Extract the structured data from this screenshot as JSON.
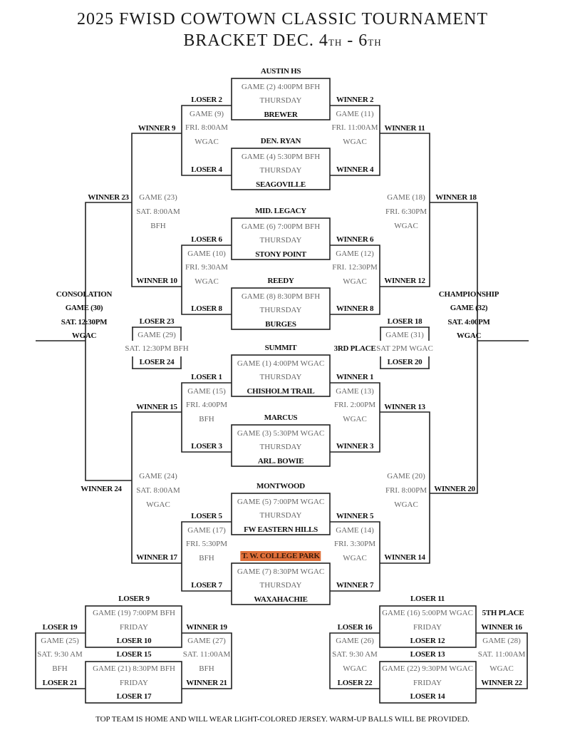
{
  "title": {
    "line1": "2025 FWISD COWTOWN CLASSIC TOURNAMENT",
    "line2_a": "BRACKET DEC. 4",
    "sup1": "TH",
    "line2_b": " - 6",
    "sup2": "TH"
  },
  "first_round": [
    {
      "top": "AUSTIN HS",
      "info": "GAME (2) 4:00PM  BFH",
      "day": "THURSDAY",
      "bottom": "BREWER"
    },
    {
      "top": "DEN. RYAN",
      "info": "GAME (4) 5:30PM BFH",
      "day": "THURSDAY",
      "bottom": "SEAGOVILLE"
    },
    {
      "top": "MID. LEGACY",
      "info": "GAME (6) 7:00PM BFH",
      "day": "THURSDAY",
      "bottom": "STONY POINT"
    },
    {
      "top": "REEDY",
      "info": "GAME (8) 8:30PM BFH",
      "day": "THURSDAY",
      "bottom": "BURGES"
    },
    {
      "top": "SUMMIT",
      "info": "GAME (1) 4:00PM WGAC",
      "day": "THURSDAY",
      "bottom": "CHISHOLM TRAIL"
    },
    {
      "top": "MARCUS",
      "info": "GAME (3) 5:30PM WGAC",
      "day": "THURSDAY",
      "bottom": "ARL. BOWIE"
    },
    {
      "top": "MONTWOOD",
      "info": "GAME (5) 7:00PM WGAC",
      "day": "THURSDAY",
      "bottom": "FW EASTERN HILLS"
    },
    {
      "top": "T. W. COLLEGE PARK",
      "info": "GAME (7) 8:30PM WGAC",
      "day": "THURSDAY",
      "bottom": "WAXAHACHIE"
    }
  ],
  "highlight_color": "#e0703a",
  "second_round_left": [
    {
      "top": "LOSER 2",
      "game": "GAME (9)",
      "time": "FRI. 8:00AM",
      "site": "WGAC",
      "bottom": "LOSER 4"
    },
    {
      "top": "LOSER 6",
      "game": "GAME (10)",
      "time": "FRI. 9:30AM",
      "site": "WGAC",
      "bottom": "LOSER 8"
    },
    {
      "top": "LOSER 1",
      "game": "GAME (15)",
      "time": "FRI. 4:00PM",
      "site": "BFH",
      "bottom": "LOSER 3"
    },
    {
      "top": "LOSER 5",
      "game": "GAME (17)",
      "time": "FRI. 5:30PM",
      "site": "BFH",
      "bottom": "LOSER 7"
    }
  ],
  "second_round_right": [
    {
      "top": "WINNER 2",
      "game": "GAME (11)",
      "time": "FRI. 11:00AM",
      "site": "WGAC",
      "bottom": "WINNER 4"
    },
    {
      "top": "WINNER 6",
      "game": "GAME (12)",
      "time": "FRI. 12:30PM",
      "site": "WGAC",
      "bottom": "WINNER 8"
    },
    {
      "top": "WINNER 1",
      "game": "GAME (13)",
      "time": "FRI. 2:00PM",
      "site": "WGAC",
      "bottom": "WINNER 3"
    },
    {
      "top": "WINNER 5",
      "game": "GAME (14)",
      "time": "FRI. 3:30PM",
      "site": "WGAC",
      "bottom": "WINNER 7"
    }
  ],
  "third_round_left": [
    {
      "top": "WINNER 9",
      "game": "GAME (23)",
      "time": "SAT. 8:00AM",
      "site": "BFH",
      "bottom": "WINNER 10",
      "out": "WINNER 23"
    },
    {
      "top": "WINNER 15",
      "game": "GAME (24)",
      "time": "SAT. 8:00AM",
      "site": "WGAC",
      "bottom": "WINNER 17",
      "out": "WINNER 24"
    }
  ],
  "third_round_right": [
    {
      "top": "WINNER 11",
      "game": "GAME (18)",
      "time": "FRI. 6:30PM",
      "site": "WGAC",
      "bottom": "WINNER 12",
      "out": "WINNER 18"
    },
    {
      "top": "WINNER 13",
      "game": "GAME (20)",
      "time": "FRI. 8:00PM",
      "site": "WGAC",
      "bottom": "WINNER 14",
      "out": "WINNER 20"
    }
  ],
  "consolation": {
    "label": "CONSOLATION",
    "game": "GAME (30)",
    "time": "SAT. 12:30PM",
    "site": "WGAC"
  },
  "championship": {
    "label": "CHAMPIONSHIP",
    "game": "GAME (32)",
    "time": "SAT. 4:00PM",
    "site": "WGAC"
  },
  "game29": {
    "top": "LOSER 23",
    "game": "GAME (29)",
    "time": "SAT. 12:30PM BFH",
    "bottom": "LOSER 24"
  },
  "game31": {
    "label": "3RD PLACE",
    "top": "LOSER 18",
    "game": "GAME (31)",
    "time": "SAT 2PM WGAC",
    "bottom": "LOSER 20"
  },
  "bottom_boxes": [
    {
      "above": "LOSER 9",
      "info": "GAME (19) 7:00PM BFH",
      "day": "FRIDAY",
      "bottom": "LOSER 10"
    },
    {
      "above": "LOSER 15",
      "info": "GAME (21) 8:30PM BFH",
      "day": "FRIDAY",
      "bottom": "LOSER 17"
    },
    {
      "above": "LOSER 11",
      "info": "GAME (16) 5:00PM WGAC",
      "day": "FRIDAY",
      "bottom": "LOSER 12"
    },
    {
      "above": "LOSER 13",
      "info": "GAME (22) 9:30PM WGAC",
      "day": "FRIDAY",
      "bottom": "LOSER 14"
    }
  ],
  "bottom_brackets": [
    {
      "top": "LOSER 19",
      "game": "GAME (25)",
      "time": "SAT. 9:30 AM",
      "site": "BFH",
      "bottom": "LOSER 21"
    },
    {
      "top": "WINNER 19",
      "game": "GAME (27)",
      "time": "SAT. 11:00AM",
      "site": "BFH",
      "bottom": "WINNER 21"
    },
    {
      "top": "LOSER 16",
      "game": "GAME (26)",
      "time": "SAT. 9:30 AM",
      "site": "WGAC",
      "bottom": "LOSER 22"
    },
    {
      "top": "WINNER 16",
      "game": "GAME (28)",
      "time": "SAT. 11:00AM",
      "site": "WGAC",
      "bottom": "WINNER 22"
    }
  ],
  "fifth_place": "5TH PLACE",
  "footer": "TOP TEAM IS HOME AND WILL WEAR LIGHT-COLORED JERSEY.  WARM-UP BALLS WILL BE PROVIDED."
}
